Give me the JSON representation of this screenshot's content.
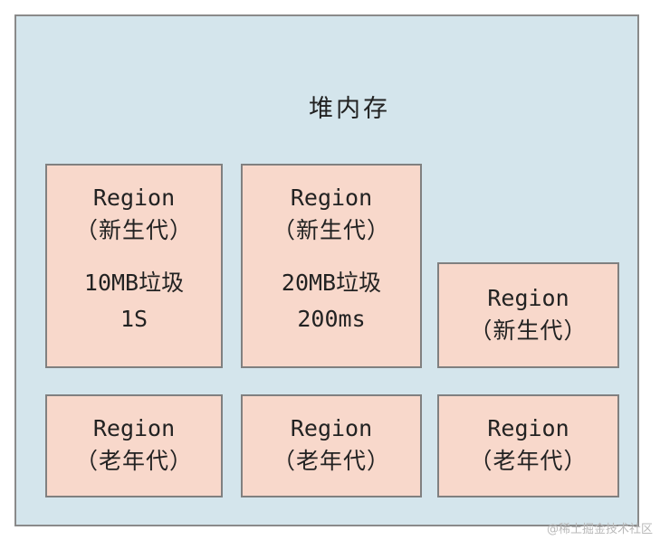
{
  "heap": {
    "title": "堆内存"
  },
  "regions": [
    {
      "name": "Region",
      "generation": "（新生代）",
      "garbage": "10MB垃圾",
      "time": "1S"
    },
    {
      "name": "Region",
      "generation": "（新生代）",
      "garbage": "20MB垃圾",
      "time": "200ms"
    },
    {
      "name": "Region",
      "generation": "（新生代）"
    },
    {
      "name": "Region",
      "generation": "（老年代）"
    },
    {
      "name": "Region",
      "generation": "（老年代）"
    },
    {
      "name": "Region",
      "generation": "（老年代）"
    }
  ],
  "watermark": "@稀土掘金技术社区"
}
